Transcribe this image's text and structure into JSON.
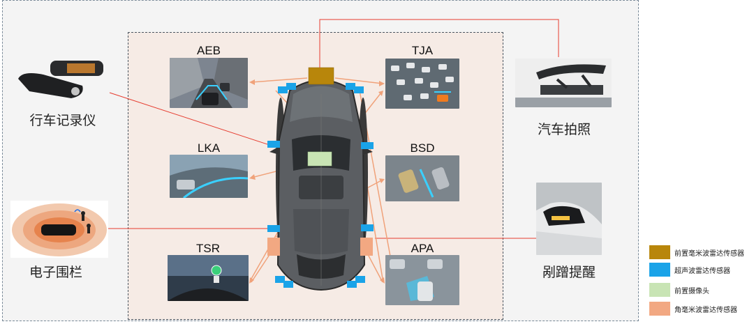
{
  "features": {
    "aeb": "AEB",
    "tja": "TJA",
    "lka": "LKA",
    "bsd": "BSD",
    "tsr": "TSR",
    "apa": "APA"
  },
  "side_features": {
    "dashcam": "行车记录仪",
    "photo": "汽车拍照",
    "geofence": "电子围栏",
    "scrape_warning": "剐蹭提醒"
  },
  "legend": [
    {
      "label": "前置毫米波雷达传感器",
      "color": "#b8860b"
    },
    {
      "label": "超声波雷达传感器",
      "color": "#1aa3e8"
    },
    {
      "label": "前置摄像头",
      "color": "#c8e4b4"
    },
    {
      "label": "角毫米波雷达传感器",
      "color": "#f2a882"
    }
  ]
}
